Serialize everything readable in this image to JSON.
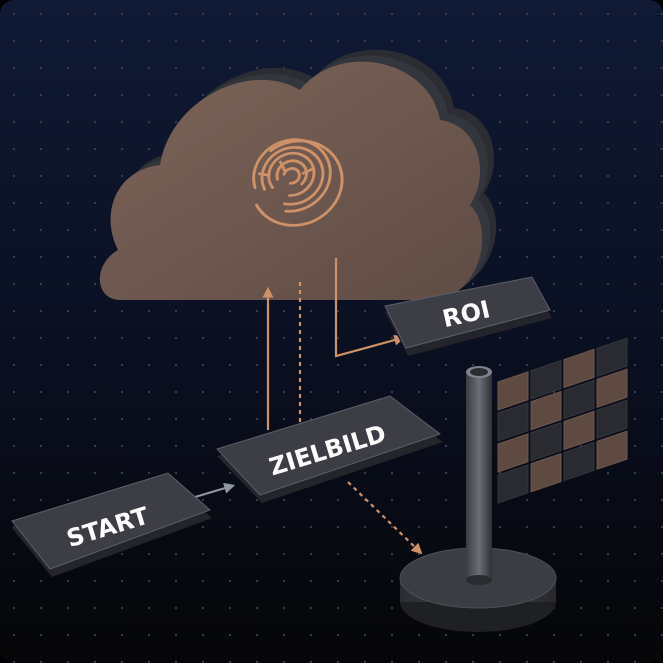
{
  "colors": {
    "bg_top": "#101a35",
    "bg_bottom": "#060608",
    "grid_dot": "#3b4157",
    "accent": "#cf9268",
    "connector_grey": "#8f96a3",
    "cloud_face": "#725b52",
    "cloud_side": "#2b2d33",
    "label_face": "#3d3e45",
    "label_text": "#ffffff"
  },
  "labels": {
    "start": "START",
    "zielbild": "ZIELBILD",
    "roi": "ROI"
  },
  "icons": {
    "cloud": "cloud-icon",
    "maze": "fingerprint-maze-icon",
    "flag": "checkered-flag-icon"
  }
}
